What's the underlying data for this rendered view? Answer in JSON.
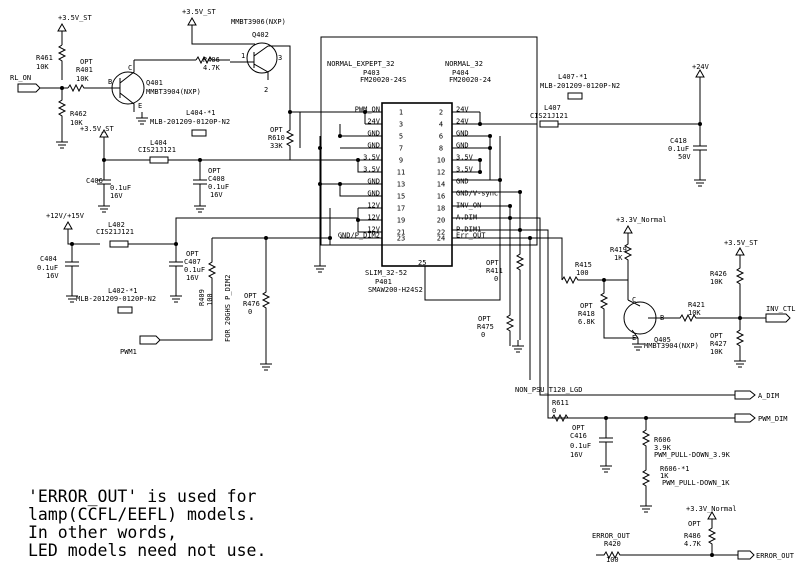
{
  "connector": {
    "ref": "P403",
    "title_a": "NORMAL_EXPEPT_32",
    "title_b": "NORMAL_32",
    "ref_b": "P404",
    "part_a": "FM20020-24S",
    "part_b": "FM20020-24",
    "slim_label": "SLIM_32-52",
    "slim_ref": "P401",
    "slim_part": "SMAW200-H24S2",
    "tab_pin": "25",
    "left_pins": [
      "1",
      "3",
      "5",
      "7",
      "9",
      "11",
      "13",
      "15",
      "17",
      "19",
      "21",
      "23"
    ],
    "left_sigs": [
      "PWM_ON",
      "24V",
      "GND",
      "GND",
      "3.5V",
      "3.5V",
      "GND",
      "GND",
      "12V",
      "12V",
      "12V",
      "GND/P_DIM2"
    ],
    "right_pins": [
      "2",
      "4",
      "6",
      "8",
      "10",
      "12",
      "14",
      "16",
      "18",
      "20",
      "22",
      "24"
    ],
    "right_sigs": [
      "24V",
      "24V",
      "GND",
      "GND",
      "3.5V",
      "3.5V",
      "GND",
      "GND/V-sync",
      "INV_ON",
      "A.DIM",
      "P.DIM1",
      "Err_OUT"
    ]
  },
  "labels": {
    "v35st_1": "+3.5V_ST",
    "v35st_2": "+3.5V_ST",
    "v35st_3": "+3.5V_ST",
    "v12_15": "+12V/+15V",
    "v24": "+24V",
    "v33n_1": "+3.3V_Normal",
    "v33n_2": "+3.3V_Normal",
    "rl_on": "RL_ON",
    "pwm1": "PWM1",
    "inv_ctl": "INV_CTL",
    "a_dim": "A_DIM",
    "pwm_dim": "PWM_DIM",
    "error_out": "ERROR_OUT",
    "error_out_port": "ERROR_OUT",
    "non_psu": "NON_PSU_T120_LGD",
    "for_20": "FOR 20GHS P_DIM2",
    "opt": "OPT"
  },
  "parts": {
    "q402_part": "MMBT3906(NXP)",
    "q402": "Q402",
    "q401": "Q401",
    "q401_part": "MMBT3904(NXP)",
    "q405": "Q405",
    "q405_part": "MMBT3904(NXP)",
    "r461": "R461",
    "r461_v": "10K",
    "r401": "R401",
    "r401_v": "10K",
    "r462": "R462",
    "r462_v": "10K",
    "r406": "R406",
    "r406_v": "4.7K",
    "r610": "R610",
    "r610_v": "33K",
    "l404_1": "L404-*1",
    "l404_1_part": "MLB-201209-0120P-N2",
    "l404": "L404",
    "l404_part": "CIS21J121",
    "c406": "C406",
    "c406_v": "0.1uF",
    "c406_r": "16V",
    "c408": "C408",
    "c408_v": "0.1uF",
    "c408_r": "16V",
    "l402": "L402",
    "l402_part": "CIS21J121",
    "c404": "C404",
    "c404_v": "0.1uF",
    "c404_r": "16V",
    "c407": "C407",
    "c407_v": "0.1uF",
    "c407_r": "16V",
    "l402_1": "L402-*1",
    "l402_1_part": "MLB-201209-0120P-N2",
    "r409": "R409",
    "r409_v": "100",
    "r476": "R476",
    "r476_v": "0",
    "l407_1": "L407-*1",
    "l407_1_part": "MLB-201209-0120P-N2",
    "l407": "L407",
    "l407_part": "CIS21J121",
    "c418": "C418",
    "c418_v": "0.1uF",
    "c418_r": "50V",
    "r411": "R411",
    "r411_v": "0",
    "r475": "R475",
    "r475_v": "0",
    "r419": "R419",
    "r419_v": "1K",
    "r415": "R415",
    "r415_v": "100",
    "r418": "R418",
    "r418_v": "6.8K",
    "r421": "R421",
    "r421_v": "10K",
    "r426": "R426",
    "r426_v": "10K",
    "r427": "R427",
    "r427_v": "10K",
    "r611": "R611",
    "r611_v": "0",
    "c416": "C416",
    "c416_v": "0.1uF",
    "c416_r": "16V",
    "r606": "R606",
    "r606_v": "3.9K",
    "r606_n": "PWM_PULL-DOWN_3.9K",
    "r606_1": "R606-*1",
    "r606_1_v": "1K",
    "r606_1_n": "PWM_PULL-DOWN_1K",
    "r420": "R420",
    "r420_v": "100",
    "r486": "R486",
    "r486_v": "4.7K"
  },
  "note": {
    "line1": "'ERROR_OUT' is used for",
    "line2": "lamp(CCFL/EEFL) models.",
    "line3": "In other words,",
    "line4": "LED models need not use."
  }
}
